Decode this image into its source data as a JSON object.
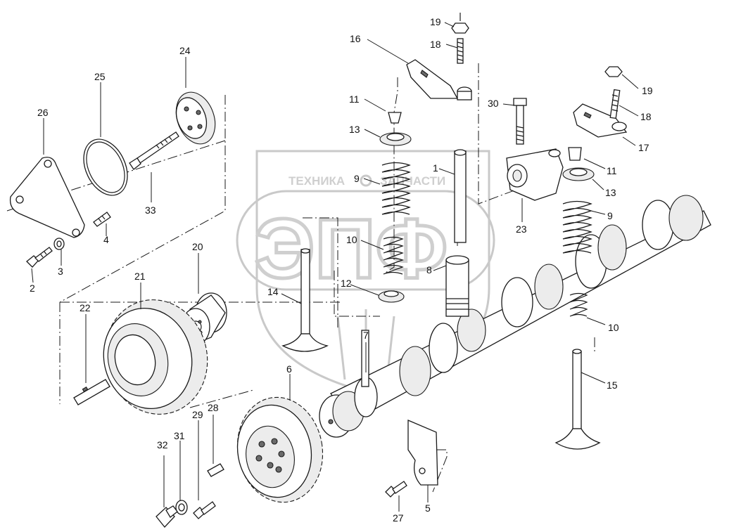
{
  "watermark": {
    "text_left": "ТЕХНИКА",
    "text_right": "ЗАПЧАСТИ",
    "logo": "ЭПФ"
  },
  "callouts": [
    {
      "id": "c19a",
      "text": "19"
    },
    {
      "id": "c18a",
      "text": "18"
    },
    {
      "id": "c16",
      "text": "16"
    },
    {
      "id": "c11a",
      "text": "11"
    },
    {
      "id": "c13a",
      "text": "13"
    },
    {
      "id": "c9a",
      "text": "9"
    },
    {
      "id": "c1",
      "text": "1"
    },
    {
      "id": "c10a",
      "text": "10"
    },
    {
      "id": "c12",
      "text": "12"
    },
    {
      "id": "c8",
      "text": "8"
    },
    {
      "id": "c14",
      "text": "14"
    },
    {
      "id": "c7",
      "text": "7"
    },
    {
      "id": "c24",
      "text": "24"
    },
    {
      "id": "c25",
      "text": "25"
    },
    {
      "id": "c26",
      "text": "26"
    },
    {
      "id": "c33",
      "text": "33"
    },
    {
      "id": "c4",
      "text": "4"
    },
    {
      "id": "c2",
      "text": "2"
    },
    {
      "id": "c3",
      "text": "3"
    },
    {
      "id": "c20",
      "text": "20"
    },
    {
      "id": "c21",
      "text": "21"
    },
    {
      "id": "c22",
      "text": "22"
    },
    {
      "id": "c6",
      "text": "6"
    },
    {
      "id": "c28",
      "text": "28"
    },
    {
      "id": "c29",
      "text": "29"
    },
    {
      "id": "c31",
      "text": "31"
    },
    {
      "id": "c32",
      "text": "32"
    },
    {
      "id": "c27",
      "text": "27"
    },
    {
      "id": "c5",
      "text": "5"
    },
    {
      "id": "c30",
      "text": "30"
    },
    {
      "id": "c19b",
      "text": "19"
    },
    {
      "id": "c18b",
      "text": "18"
    },
    {
      "id": "c17",
      "text": "17"
    },
    {
      "id": "c11b",
      "text": "11"
    },
    {
      "id": "c13b",
      "text": "13"
    },
    {
      "id": "c9b",
      "text": "9"
    },
    {
      "id": "c23",
      "text": "23"
    },
    {
      "id": "c10b",
      "text": "10"
    },
    {
      "id": "c15",
      "text": "15"
    }
  ]
}
